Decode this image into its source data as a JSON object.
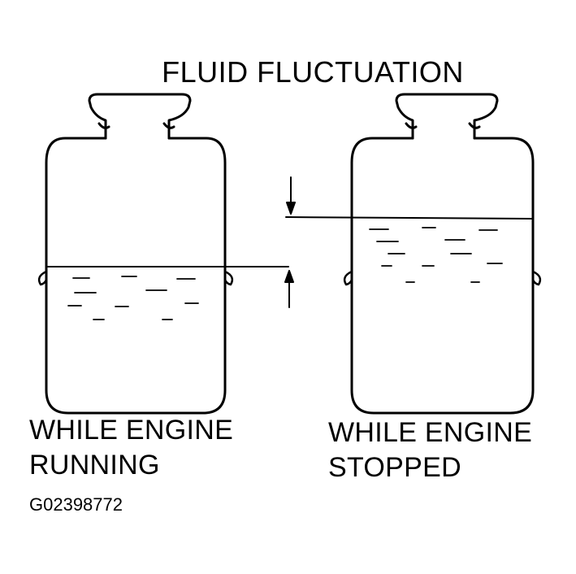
{
  "title": "FLUID FLUCTUATION",
  "reservoirs": [
    {
      "label_line1": "WHILE ENGINE",
      "label_line2": "RUNNING",
      "level_arrow": "up-arrow"
    },
    {
      "label_line1": "WHILE ENGINE",
      "label_line2": "STOPPED",
      "level_arrow": "down-arrow"
    }
  ],
  "figure_code": "G02398772",
  "colors": {
    "ink": "#000000",
    "background": "#ffffff"
  }
}
